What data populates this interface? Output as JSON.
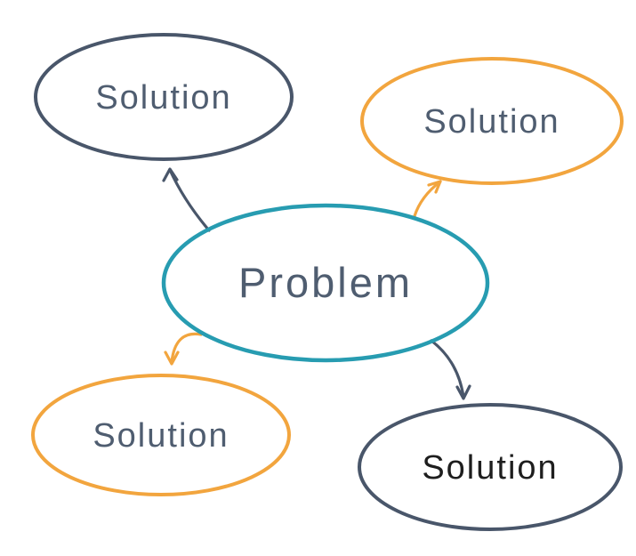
{
  "colors": {
    "teal": "#279cb1",
    "orange": "#f2a53e",
    "slate": "#49566a",
    "text_slate": "#4f5d70",
    "text_black": "#1e1e1e",
    "background": "#ffffff"
  },
  "diagram": {
    "center_node": {
      "label": "Problem",
      "stroke_color": "#279cb1",
      "text_color": "#4f5d70"
    },
    "solution_nodes": [
      {
        "position": "top-left",
        "label": "Solution",
        "stroke_color": "#49566a",
        "text_color": "#4f5d70"
      },
      {
        "position": "top-right",
        "label": "Solution",
        "stroke_color": "#f2a53e",
        "text_color": "#4f5d70"
      },
      {
        "position": "bottom-left",
        "label": "Solution",
        "stroke_color": "#f2a53e",
        "text_color": "#4f5d70"
      },
      {
        "position": "bottom-right",
        "label": "Solution",
        "stroke_color": "#49566a",
        "text_color": "#1e1e1e"
      }
    ],
    "arrows": [
      {
        "from": "problem",
        "to": "solution-top-left",
        "color": "#49566a"
      },
      {
        "from": "problem",
        "to": "solution-top-right",
        "color": "#f2a53e"
      },
      {
        "from": "problem",
        "to": "solution-bottom-left",
        "color": "#f2a53e"
      },
      {
        "from": "problem",
        "to": "solution-bottom-right",
        "color": "#49566a"
      }
    ]
  }
}
